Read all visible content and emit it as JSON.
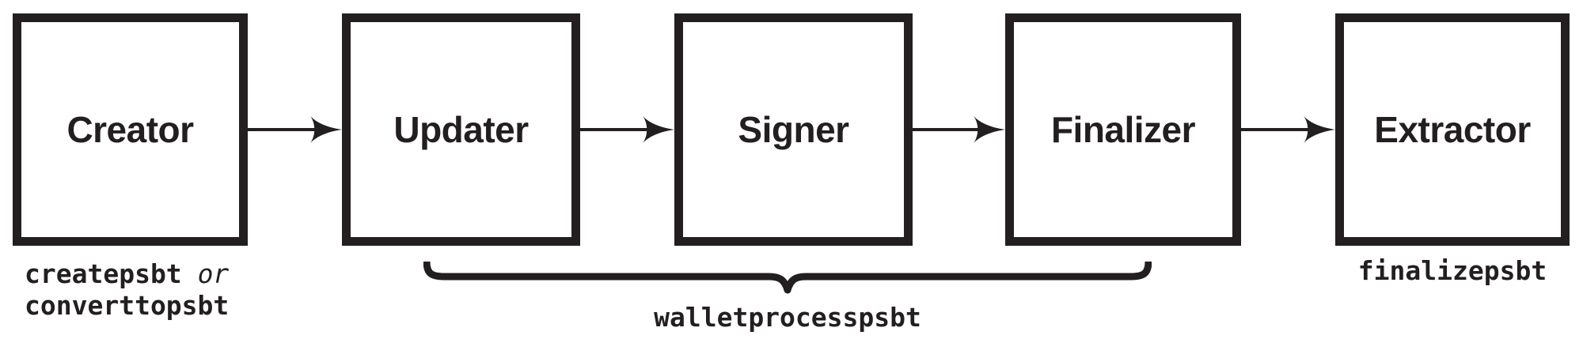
{
  "colors": {
    "ink": "#231f20",
    "background": "#ffffff"
  },
  "flow": {
    "stages": [
      {
        "label": "Creator"
      },
      {
        "label": "Updater"
      },
      {
        "label": "Signer"
      },
      {
        "label": "Finalizer"
      },
      {
        "label": "Extractor"
      }
    ]
  },
  "annotations": {
    "creator_commands": {
      "command_1": "createpsbt",
      "conjunction": "or",
      "command_2": "converttopsbt"
    },
    "brace_command": "walletprocesspsbt",
    "extractor_command": "finalizepsbt"
  }
}
